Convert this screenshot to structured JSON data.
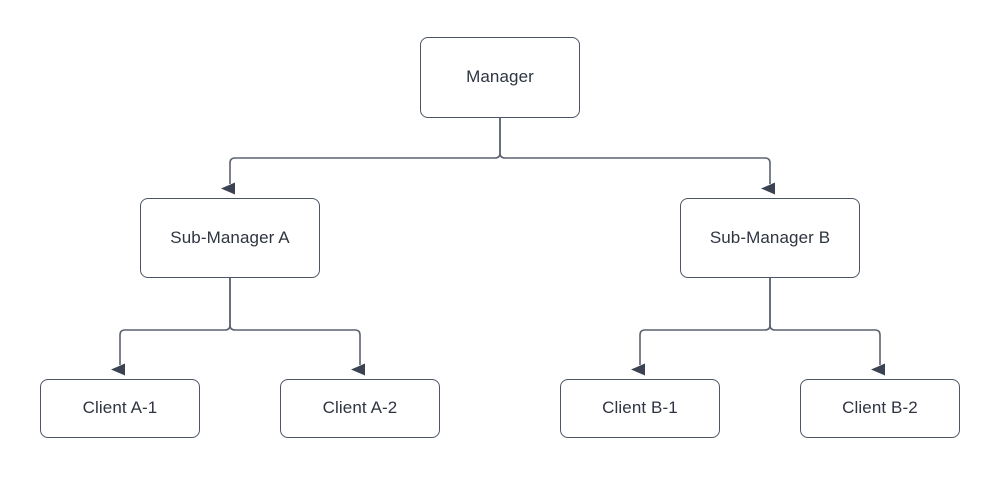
{
  "diagram": {
    "type": "hierarchy-tree",
    "background_color": "#ffffff",
    "node_fill": "#ffffff",
    "node_border_color": "#4b5563",
    "edge_color": "#5b6270",
    "arrowhead_color": "#3b4252",
    "text_color": "#2e3440",
    "nodes": [
      {
        "id": "manager",
        "label": "Manager",
        "level": 0
      },
      {
        "id": "submgr-a",
        "label": "Sub-Manager A",
        "level": 1
      },
      {
        "id": "submgr-b",
        "label": "Sub-Manager B",
        "level": 1
      },
      {
        "id": "client-a1",
        "label": "Client A-1",
        "level": 2
      },
      {
        "id": "client-a2",
        "label": "Client A-2",
        "level": 2
      },
      {
        "id": "client-b1",
        "label": "Client B-1",
        "level": 2
      },
      {
        "id": "client-b2",
        "label": "Client B-2",
        "level": 2
      }
    ],
    "edges": [
      {
        "from": "manager",
        "to": "submgr-a",
        "arrow": "triangle"
      },
      {
        "from": "manager",
        "to": "submgr-b",
        "arrow": "triangle"
      },
      {
        "from": "submgr-a",
        "to": "client-a1",
        "arrow": "triangle"
      },
      {
        "from": "submgr-a",
        "to": "client-a2",
        "arrow": "triangle"
      },
      {
        "from": "submgr-b",
        "to": "client-b1",
        "arrow": "triangle"
      },
      {
        "from": "submgr-b",
        "to": "client-b2",
        "arrow": "triangle"
      }
    ]
  }
}
